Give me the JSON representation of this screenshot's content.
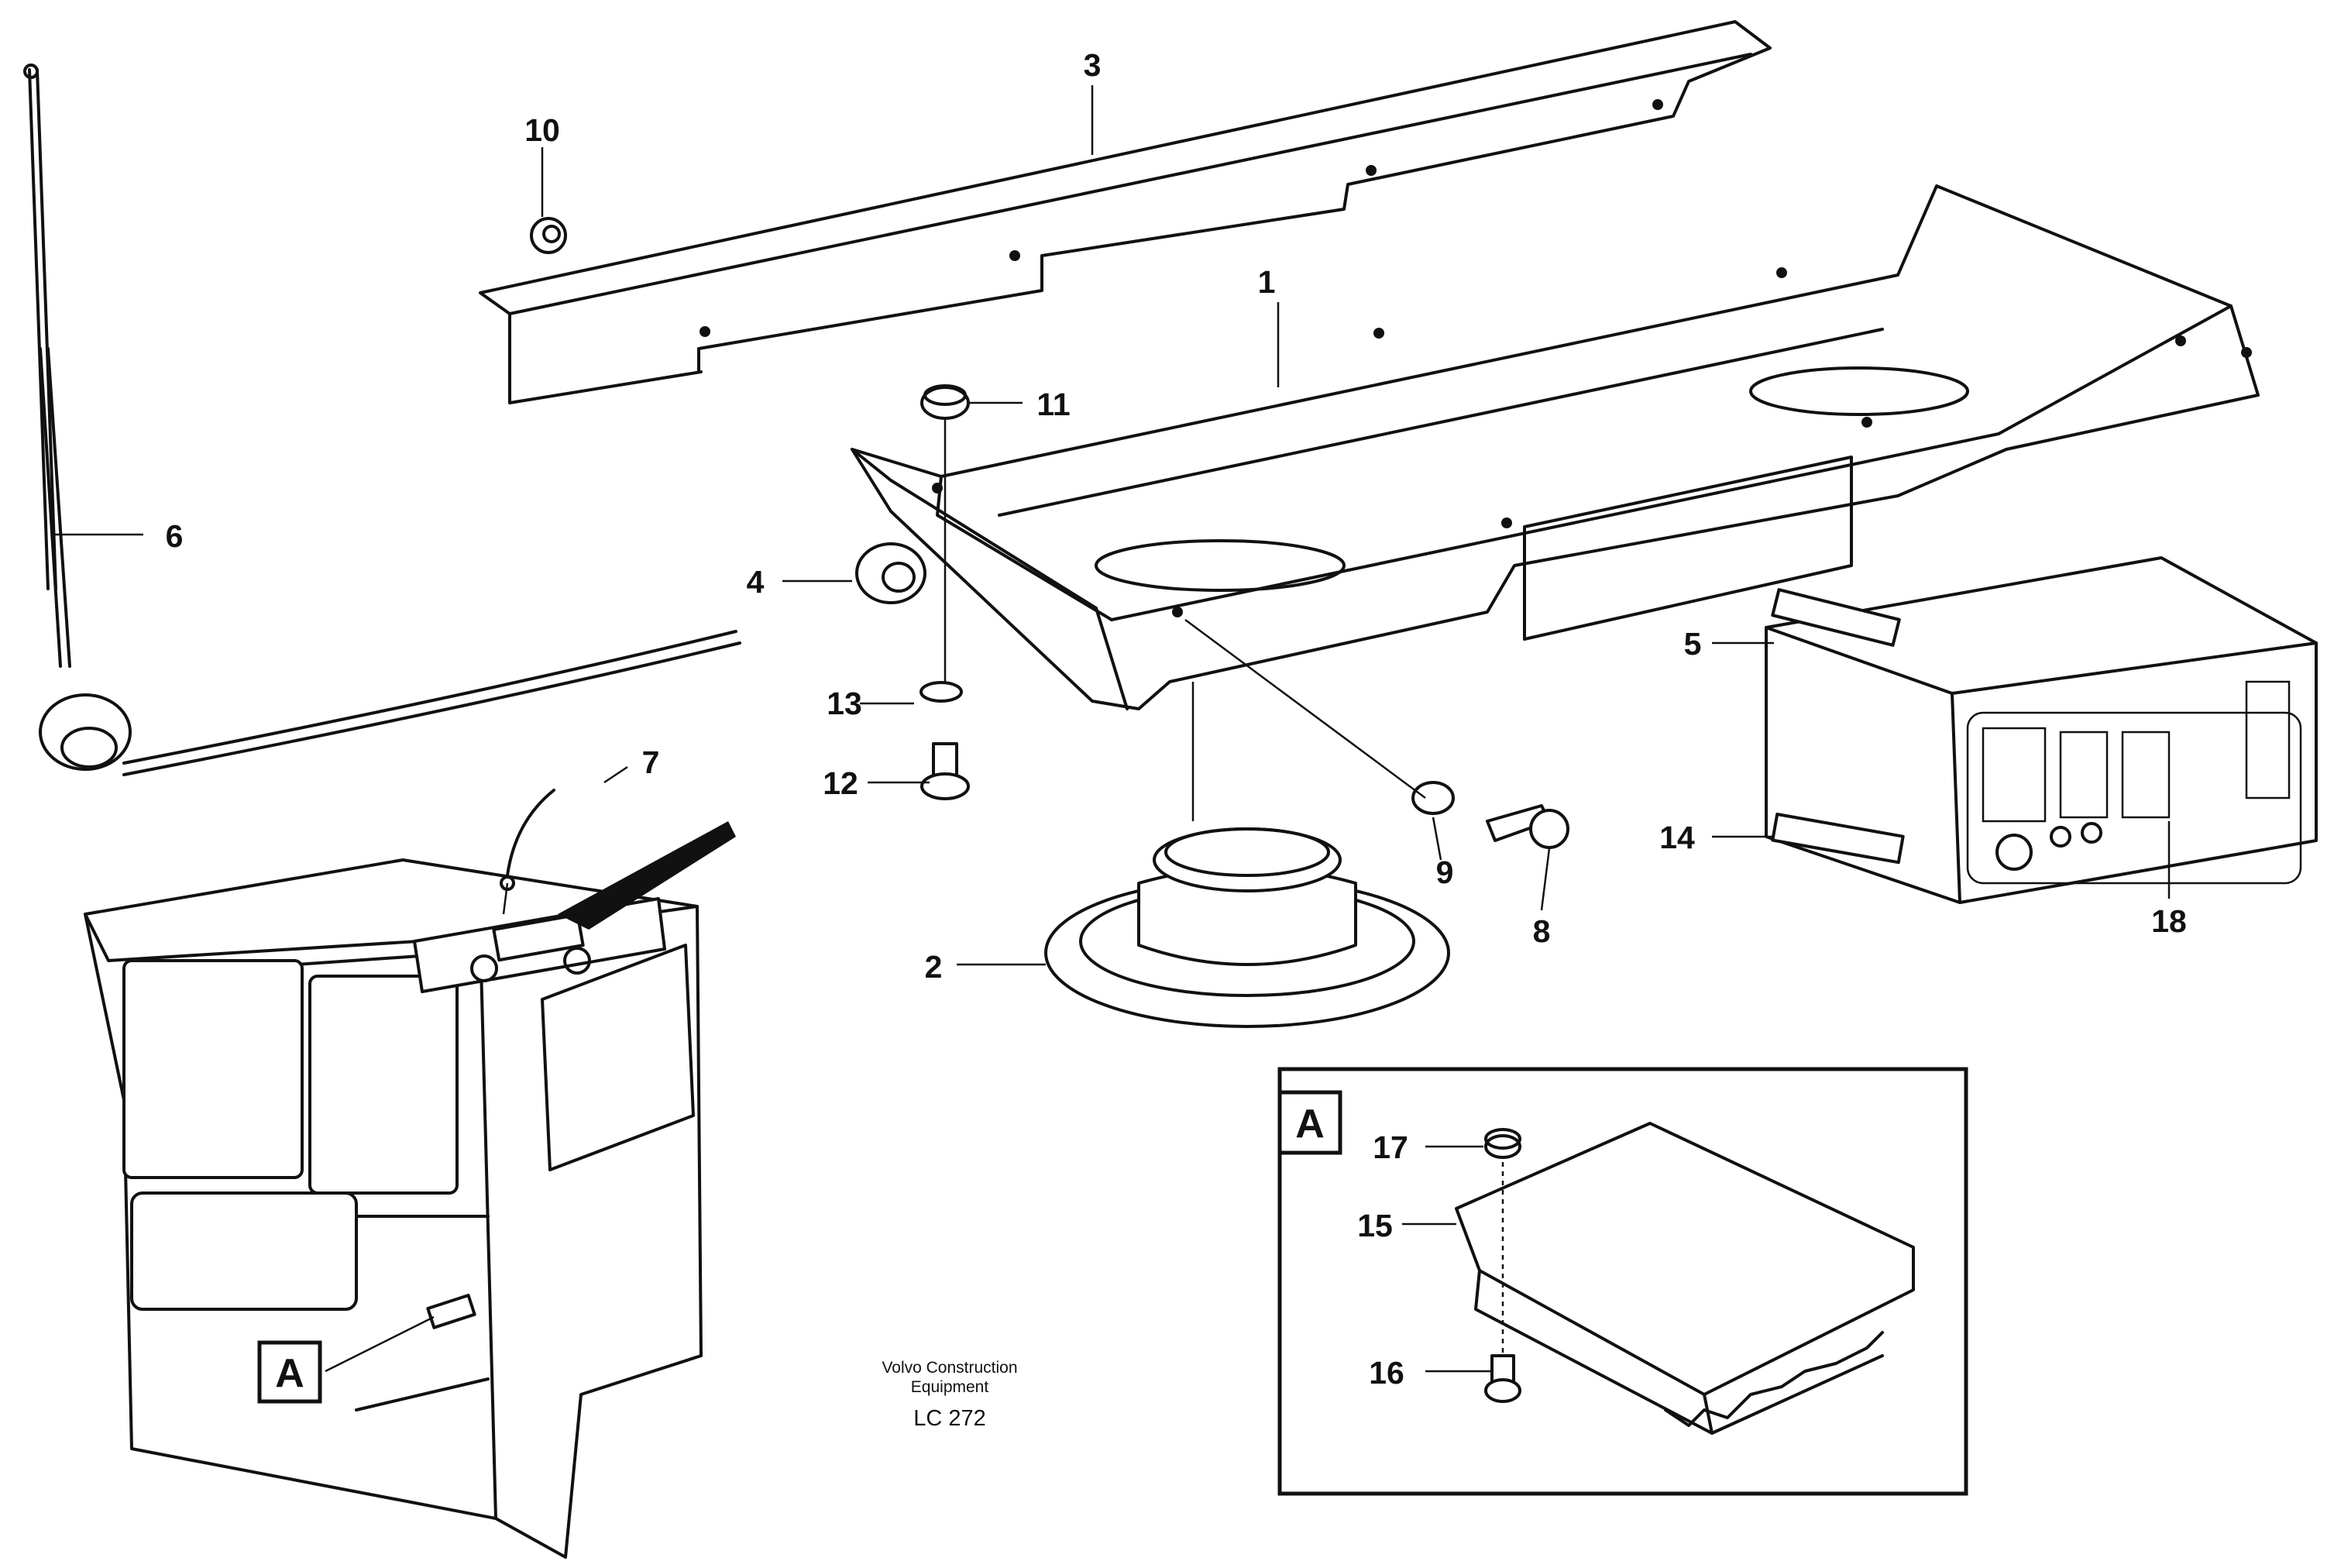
{
  "callouts": {
    "c1": "1",
    "c2": "2",
    "c3": "3",
    "c4": "4",
    "c5": "5",
    "c6": "6",
    "c7": "7",
    "c8": "8",
    "c9": "9",
    "c10": "10",
    "c11": "11",
    "c12": "12",
    "c13": "13",
    "c14": "14",
    "c15": "15",
    "c16": "16",
    "c17": "17",
    "c18": "18"
  },
  "detail_label": "A",
  "cab_detail_label": "A",
  "caption": {
    "line1": "Volvo Construction",
    "line2": "Equipment",
    "code": "LC 272"
  }
}
